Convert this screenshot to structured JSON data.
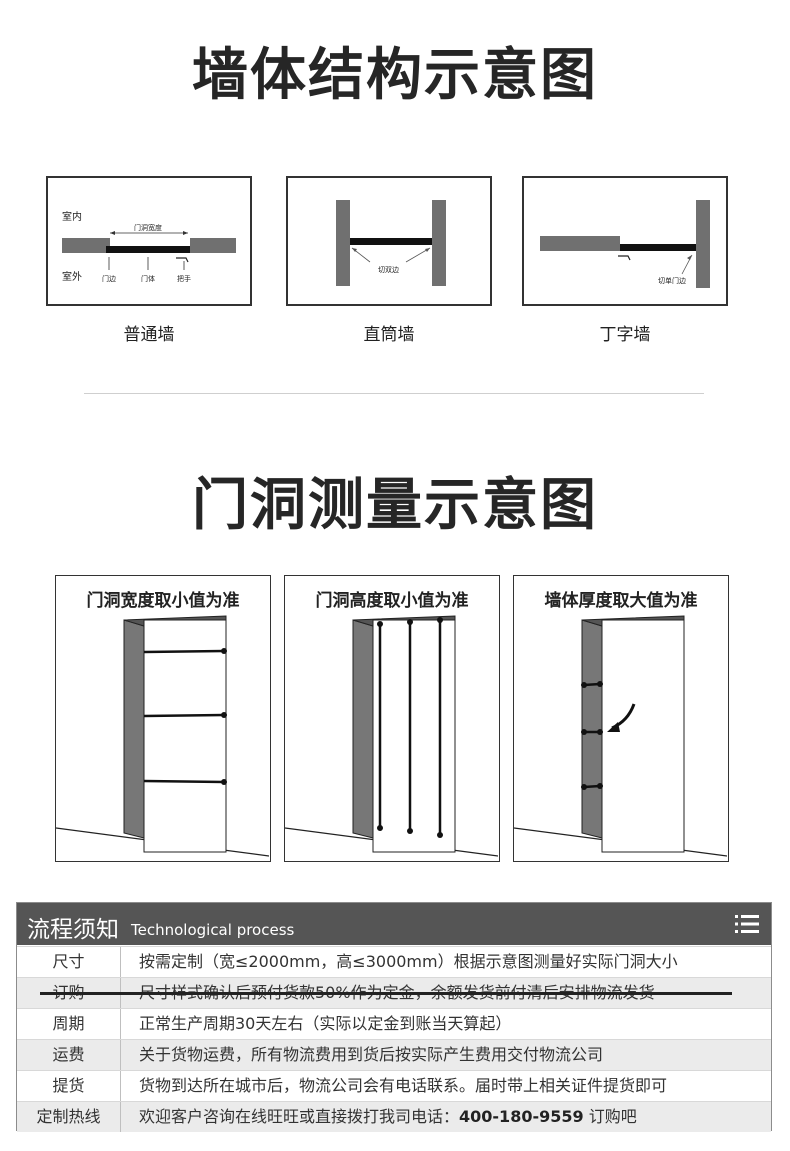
{
  "wall_section": {
    "title": "墙体结构示意图",
    "diagrams": [
      {
        "label": "普通墙",
        "annotations": {
          "indoor": "室内",
          "outdoor": "室外",
          "width": "门洞宽度",
          "edge": "门边",
          "body": "门体",
          "handle": "把手"
        }
      },
      {
        "label": "直筒墙",
        "annotations": {
          "cut": "切双边"
        }
      },
      {
        "label": "丁字墙",
        "annotations": {
          "cut": "切单门边"
        }
      }
    ]
  },
  "door_section": {
    "title": "门洞测量示意图",
    "panels": [
      {
        "title": "门洞宽度取小值为准"
      },
      {
        "title": "门洞高度取小值为准"
      },
      {
        "title": "墙体厚度取大值为准"
      }
    ]
  },
  "process": {
    "title_zh": "流程须知",
    "title_en": "Technological process",
    "menu_icon": "menu-icon",
    "rows": [
      {
        "key": "尺寸",
        "value": "按需定制（宽≤2000mm，高≤3000mm）根据示意图测量好实际门洞大小"
      },
      {
        "key": "订购",
        "value": "尺寸样式确认后预付货款50%作为定金，余额发货前付清后安排物流发货"
      },
      {
        "key": "周期",
        "value": "正常生产周期30天左右（实际以定金到账当天算起）"
      },
      {
        "key": "运费",
        "value": "关于货物运费，所有物流费用到货后按实际产生费用交付物流公司"
      },
      {
        "key": "提货",
        "value": "货物到达所在城市后，物流公司会有电话联系。届时带上相关证件提货即可"
      },
      {
        "key": "定制热线",
        "value_prefix": "欢迎客户咨询在线旺旺或直接拨打我司电话：",
        "phone": "400-180-9559",
        "value_suffix": " 订购吧"
      }
    ]
  },
  "colors": {
    "header_bg": "#555555",
    "wall_gray": "#6e6e6e",
    "accent_dark": "#222222"
  }
}
